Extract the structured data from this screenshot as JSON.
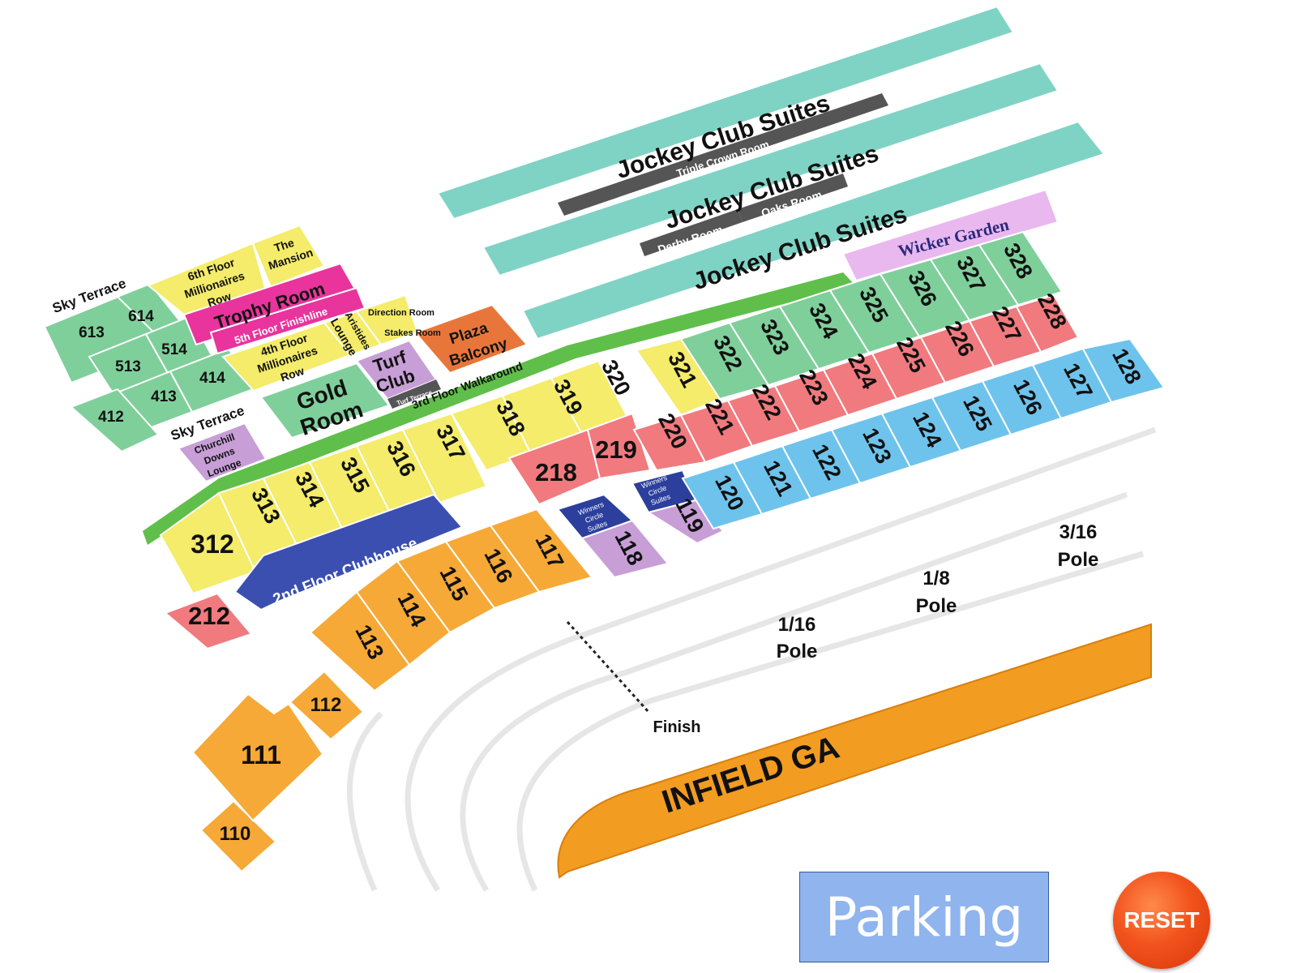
{
  "colors": {
    "teal": "#7fd3c4",
    "mint": "#7fcf9b",
    "yellow": "#f4ec6a",
    "salmon": "#f07a7e",
    "blue": "#6ec3ec",
    "orange": "#f6a936",
    "navy": "#3a4fb0",
    "purple": "#c79ed6",
    "lavender": "#e9b8ef",
    "magenta": "#e8349c",
    "dark": "#555555",
    "brown_orange": "#e8763a",
    "green": "#5fbf4a"
  },
  "labels": {
    "jockey_club_suites_1": "Jockey Club Suites",
    "jockey_club_suites_2": "Jockey Club Suites",
    "jockey_club_suites_3": "Jockey Club Suites",
    "triple_crown_room": "Triple Crown Room",
    "derby_room": "Derby Room",
    "oaks_room": "Oaks Room",
    "wicker_garden": "Wicker Garden",
    "sky_terrace_1": "Sky Terrace",
    "sky_terrace_2": "Sky Terrace",
    "sixth_floor_1": "6th Floor",
    "sixth_floor_2": "Millionaires",
    "sixth_floor_3": "Row",
    "mansion_1": "The",
    "mansion_2": "Mansion",
    "trophy_room": "Trophy Room",
    "fifth_floor_finishline": "5th Floor Finishline",
    "fourth_floor_1": "4th Floor",
    "fourth_floor_2": "Millionaires",
    "fourth_floor_3": "Row",
    "aristides_1": "Aristides",
    "aristides_2": "Lounge",
    "direction_room": "Direction Room",
    "stakes_room": "Stakes Room",
    "plaza_1": "Plaza",
    "plaza_2": "Balcony",
    "turf_club_1": "Turf",
    "turf_club_2": "Club",
    "turf_terrace": "Turf Terrace",
    "gold_room_1": "Gold",
    "gold_room_2": "Room",
    "walkaround": "3rd Floor Walkaround",
    "churchill_1": "Churchill",
    "churchill_2": "Downs",
    "churchill_3": "Lounge",
    "clubhouse": "2nd Floor Clubhouse",
    "winners_1": "Winners",
    "winners_2": "Circle",
    "winners_3": "Suites",
    "infield": "INFIELD GA",
    "finish": "Finish",
    "pole_116_a": "1/16",
    "pole_116_b": "Pole",
    "pole_18_a": "1/8",
    "pole_18_b": "Pole",
    "pole_316_a": "3/16",
    "pole_316_b": "Pole",
    "parking": "Parking",
    "reset": "RESET"
  },
  "sections": {
    "s613": "613",
    "s614": "614",
    "s513": "513",
    "s514": "514",
    "s413": "413",
    "s414": "414",
    "s412": "412",
    "s312": "312",
    "s313": "313",
    "s314": "314",
    "s315": "315",
    "s316": "316",
    "s317": "317",
    "s318": "318",
    "s319": "319",
    "s320": "320",
    "s321": "321",
    "s322": "322",
    "s323": "323",
    "s324": "324",
    "s325": "325",
    "s326": "326",
    "s327": "327",
    "s328": "328",
    "s212": "212",
    "s218": "218",
    "s219": "219",
    "s220": "220",
    "s221": "221",
    "s222": "222",
    "s223": "223",
    "s224": "224",
    "s225": "225",
    "s226": "226",
    "s227": "227",
    "s228": "228",
    "s110": "110",
    "s111": "111",
    "s112": "112",
    "s113": "113",
    "s114": "114",
    "s115": "115",
    "s116": "116",
    "s117": "117",
    "s118": "118",
    "s119": "119",
    "s120": "120",
    "s121": "121",
    "s122": "122",
    "s123": "123",
    "s124": "124",
    "s125": "125",
    "s126": "126",
    "s127": "127",
    "s128": "128"
  }
}
